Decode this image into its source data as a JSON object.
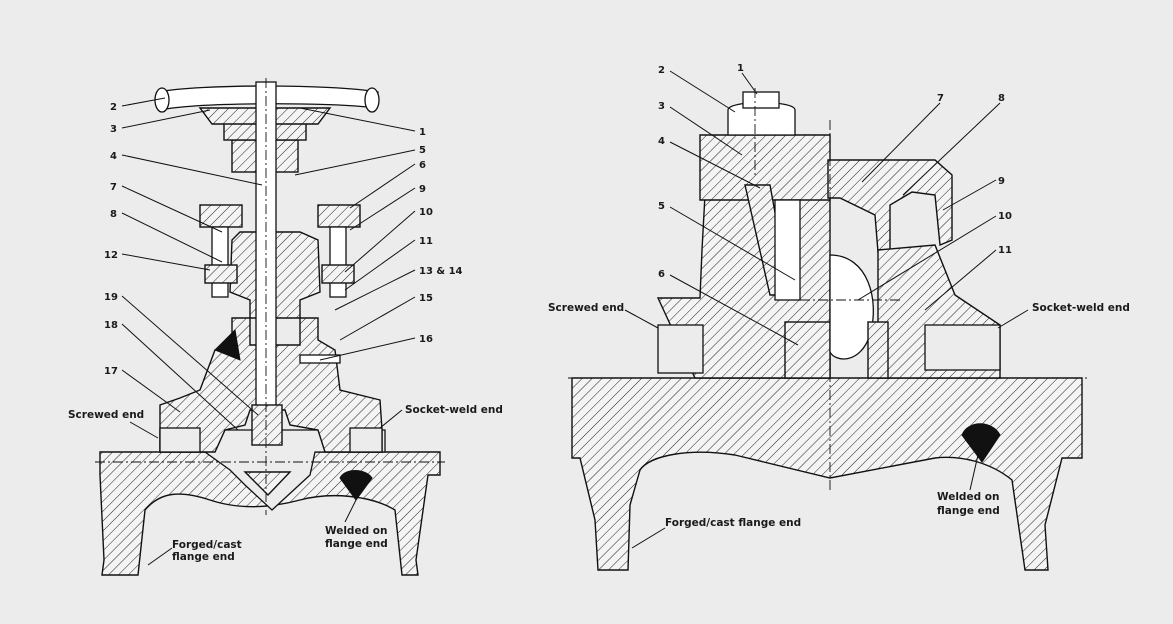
{
  "left_valve": {
    "callouts": [
      "2",
      "3",
      "1",
      "4",
      "5",
      "6",
      "7",
      "9",
      "8",
      "10",
      "12",
      "11",
      "13 & 14",
      "19",
      "15",
      "18",
      "16",
      "17"
    ],
    "labels": {
      "screwed_end": "Screwed end",
      "socket_weld_end": "Socket-weld end",
      "forged_flange_line1": "Forged/cast",
      "forged_flange_line2": "flange end",
      "welded_flange_line1": "Welded on",
      "welded_flange_line2": "flange end"
    }
  },
  "right_valve": {
    "callouts": [
      "1",
      "2",
      "3",
      "4",
      "7",
      "8",
      "9",
      "5",
      "10",
      "11",
      "6"
    ],
    "labels": {
      "screwed_end": "Screwed end",
      "socket_weld_end": "Socket-weld end",
      "forged_flange": "Forged/cast flange end",
      "welded_flange_line1": "Welded on",
      "welded_flange_line2": "flange end"
    }
  },
  "colors": {
    "background": "#ececec",
    "ink": "#111111"
  }
}
